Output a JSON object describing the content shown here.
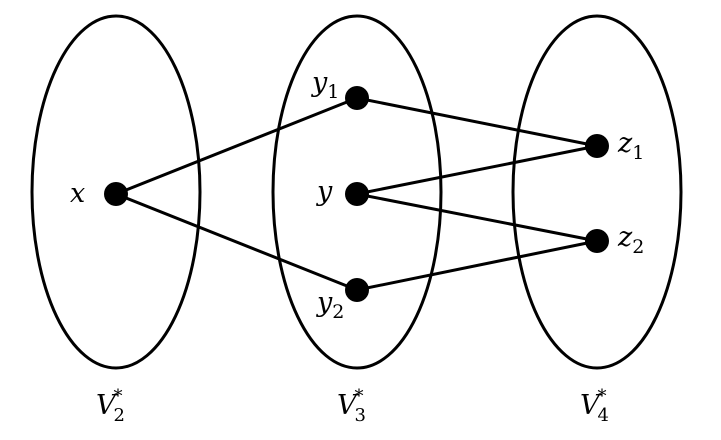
{
  "sets": [
    {
      "id": "V2",
      "symbol": "V",
      "subscript": "2",
      "superscript": "*"
    },
    {
      "id": "V3",
      "symbol": "V",
      "subscript": "3",
      "superscript": "*"
    },
    {
      "id": "V4",
      "symbol": "V",
      "subscript": "4",
      "superscript": "*"
    }
  ],
  "vertices": {
    "x": {
      "base": "x",
      "sub": ""
    },
    "y1": {
      "base": "y",
      "sub": "1"
    },
    "y": {
      "base": "y",
      "sub": ""
    },
    "y2": {
      "base": "y",
      "sub": "2"
    },
    "z1": {
      "base": "z",
      "sub": "1"
    },
    "z2": {
      "base": "z",
      "sub": "2"
    }
  },
  "edges": [
    [
      "x",
      "y1"
    ],
    [
      "x",
      "y2"
    ],
    [
      "y1",
      "z1"
    ],
    [
      "y",
      "z1"
    ],
    [
      "y",
      "z2"
    ],
    [
      "y2",
      "z2"
    ]
  ],
  "colors": {
    "stroke": "#000000",
    "background": "#ffffff"
  }
}
